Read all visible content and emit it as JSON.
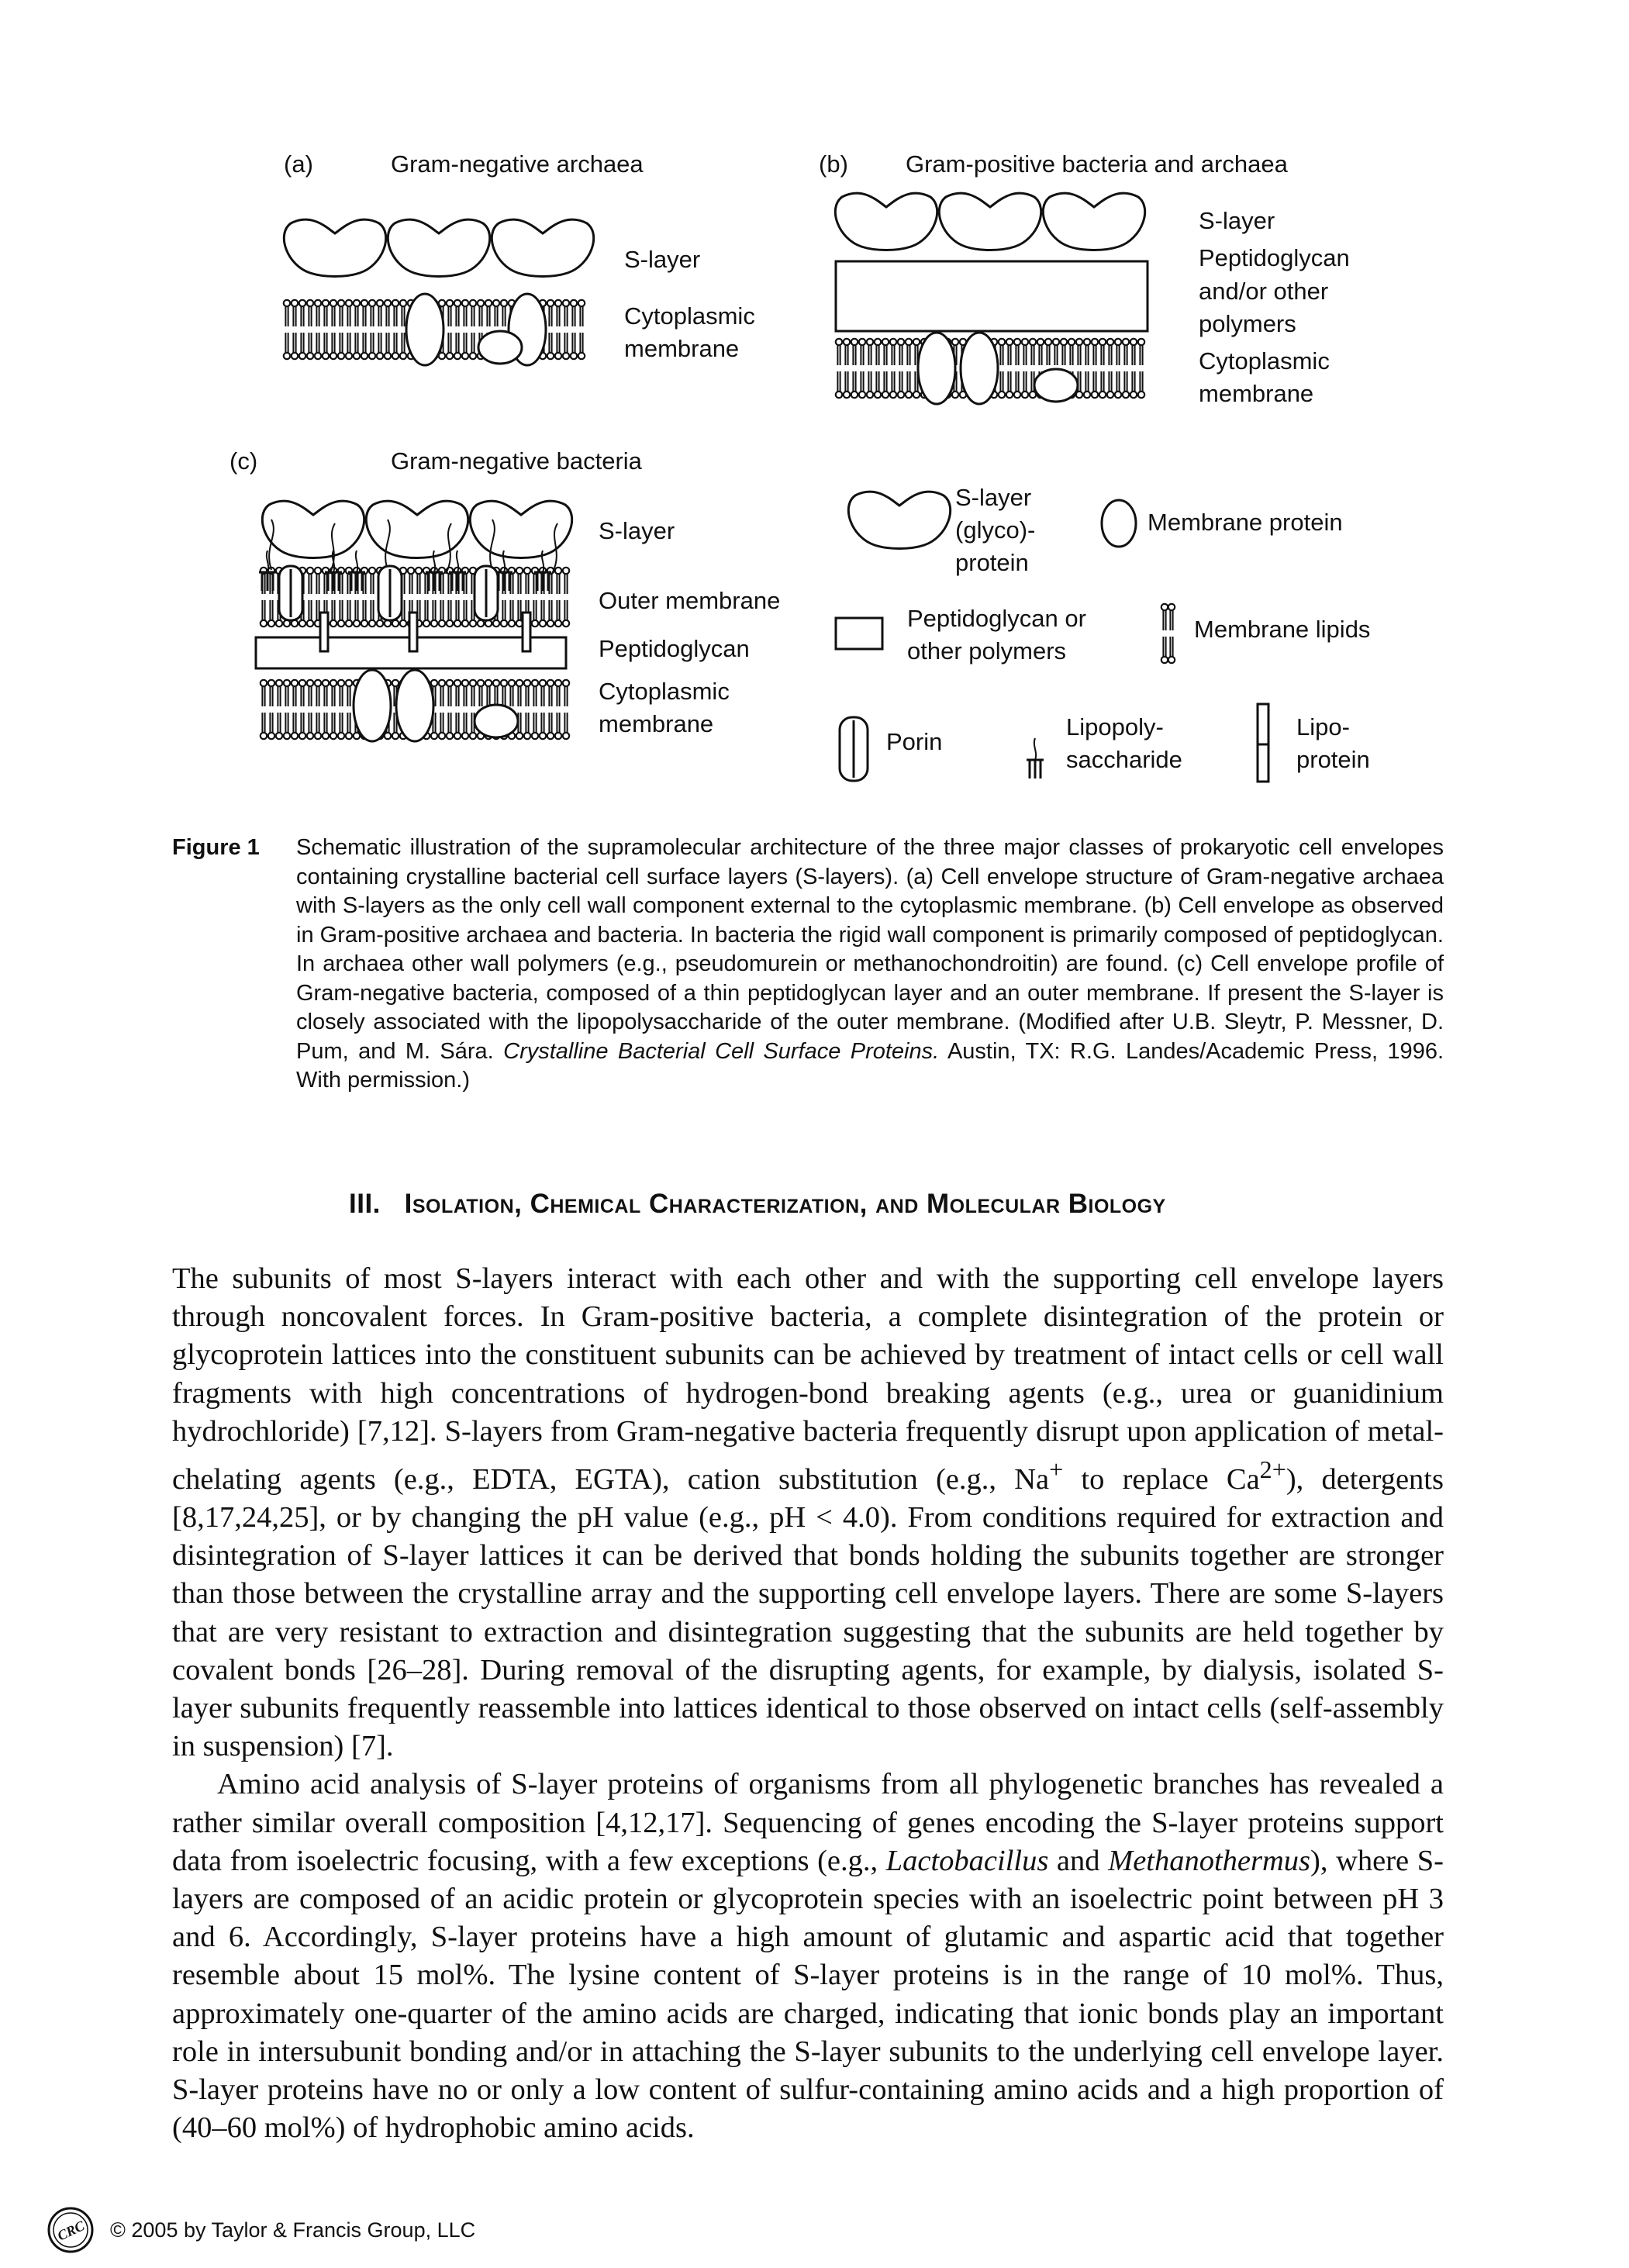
{
  "figure": {
    "panel_a": {
      "letter": "(a)",
      "title": "Gram-negative archaea",
      "labels": [
        "S-layer",
        "Cytoplasmic",
        "membrane"
      ]
    },
    "panel_b": {
      "letter": "(b)",
      "title": "Gram-positive bacteria and archaea",
      "labels": [
        "S-layer",
        "Peptidoglycan",
        "and/or other",
        "polymers",
        "Cytoplasmic",
        "membrane"
      ]
    },
    "panel_c": {
      "letter": "(c)",
      "title": "Gram-negative bacteria",
      "labels": [
        "S-layer",
        "Outer membrane",
        "Peptidoglycan",
        "Cytoplasmic",
        "membrane"
      ]
    },
    "legend": {
      "slayer": [
        "S-layer",
        "(glyco)-",
        "protein"
      ],
      "membrane_protein": "Membrane protein",
      "peptidoglycan": [
        "Peptidoglycan or",
        "other polymers"
      ],
      "membrane_lipids": "Membrane lipids",
      "porin": "Porin",
      "lps": [
        "Lipopoly-",
        "saccharide"
      ],
      "lipoprotein": [
        "Lipo-",
        "protein"
      ]
    }
  },
  "caption": {
    "label": "Figure 1",
    "text_before": "Schematic illustration of the supramolecular architecture of the three major classes of prokaryotic cell envelopes containing crystalline bacterial cell surface layers (S-layers). (a) Cell envelope structure of Gram-negative archaea with S-layers as the only cell wall component external to the cytoplasmic membrane. (b) Cell envelope as observed in Gram-positive archaea and bacteria. In bacteria the rigid wall component is primarily composed of peptidoglycan. In archaea other wall polymers (e.g., pseudomurein or methanochondroitin) are found. (c) Cell envelope profile of Gram-negative bacteria, composed of a thin peptidoglycan layer and an outer membrane. If present the S-layer is closely associated with the lipopolysaccharide of the outer membrane. (Modified after U.B. Sleytr, P. Messner, D. Pum, and M. Sára. ",
    "italic": "Crystalline Bacterial Cell Surface Proteins.",
    "text_after": " Austin, TX: R.G. Landes/Academic Press, 1996. With permission.)"
  },
  "section": {
    "number": "III.",
    "title": "Isolation, Chemical Characterization, and Molecular Biology"
  },
  "paragraph1": {
    "part1": "The subunits of most S-layers interact with each other and with the supporting cell envelope layers through noncovalent forces. In Gram-positive bacteria, a complete disintegration of the protein or glycoprotein lattices into the constituent subunits can be achieved by treatment of intact cells or cell wall fragments with high concentrations of hydrogen-bond breaking agents (e.g., urea or guanidinium hydrochloride) [7,12]. S-layers from Gram-negative bacteria frequently disrupt upon application of metal-chelating agents (e.g., EDTA, EGTA), cation substitution (e.g., Na",
    "sup1": "+",
    "part2": " to replace Ca",
    "sup2": "2+",
    "part3": "), detergents [8,17,24,25], or by changing the pH value (e.g., pH < 4.0). From conditions required for extraction and disintegration of S-layer lattices it can be derived that bonds holding the subunits together are stronger than those between the crystalline array and the supporting cell envelope layers. There are some S-layers that are very resistant to extraction and disintegration suggesting that the subunits are held together by covalent bonds [26–28]. During removal of the disrupting agents, for example, by dialysis, isolated S-layer subunits frequently reassemble into lattices identical to those observed on intact cells (self-assembly in suspension) [7]."
  },
  "paragraph2": {
    "part1": "Amino acid analysis of S-layer proteins of organisms from all phylogenetic branches has revealed a rather similar overall composition [4,12,17]. Sequencing of genes encoding the S-layer proteins support data from isoelectric focusing, with a few exceptions (e.g., ",
    "italic1": "Lactobacillus",
    "part2": " and ",
    "italic2": "Methanothermus",
    "part3": "), where S-layers are composed of an acidic protein or glycoprotein species with an isoelectric point between pH 3 and 6. Accordingly, S-layer proteins have a high amount of glutamic and aspartic acid that together resemble about 15 mol%. The lysine content of S-layer proteins is in the range of 10 mol%. Thus, approximately one-quarter of the amino acids are charged, indicating that ionic bonds play an important role in intersubunit bonding and/or in attaching the S-layer subunits to the underlying cell envelope layer. S-layer proteins have no or only a low content of sulfur-containing amino acids and a high proportion of (40–60 mol%) of hydrophobic amino acids."
  },
  "footer": {
    "logo_text": "CRC",
    "copyright": "© 2005 by Taylor & Francis Group, LLC"
  }
}
